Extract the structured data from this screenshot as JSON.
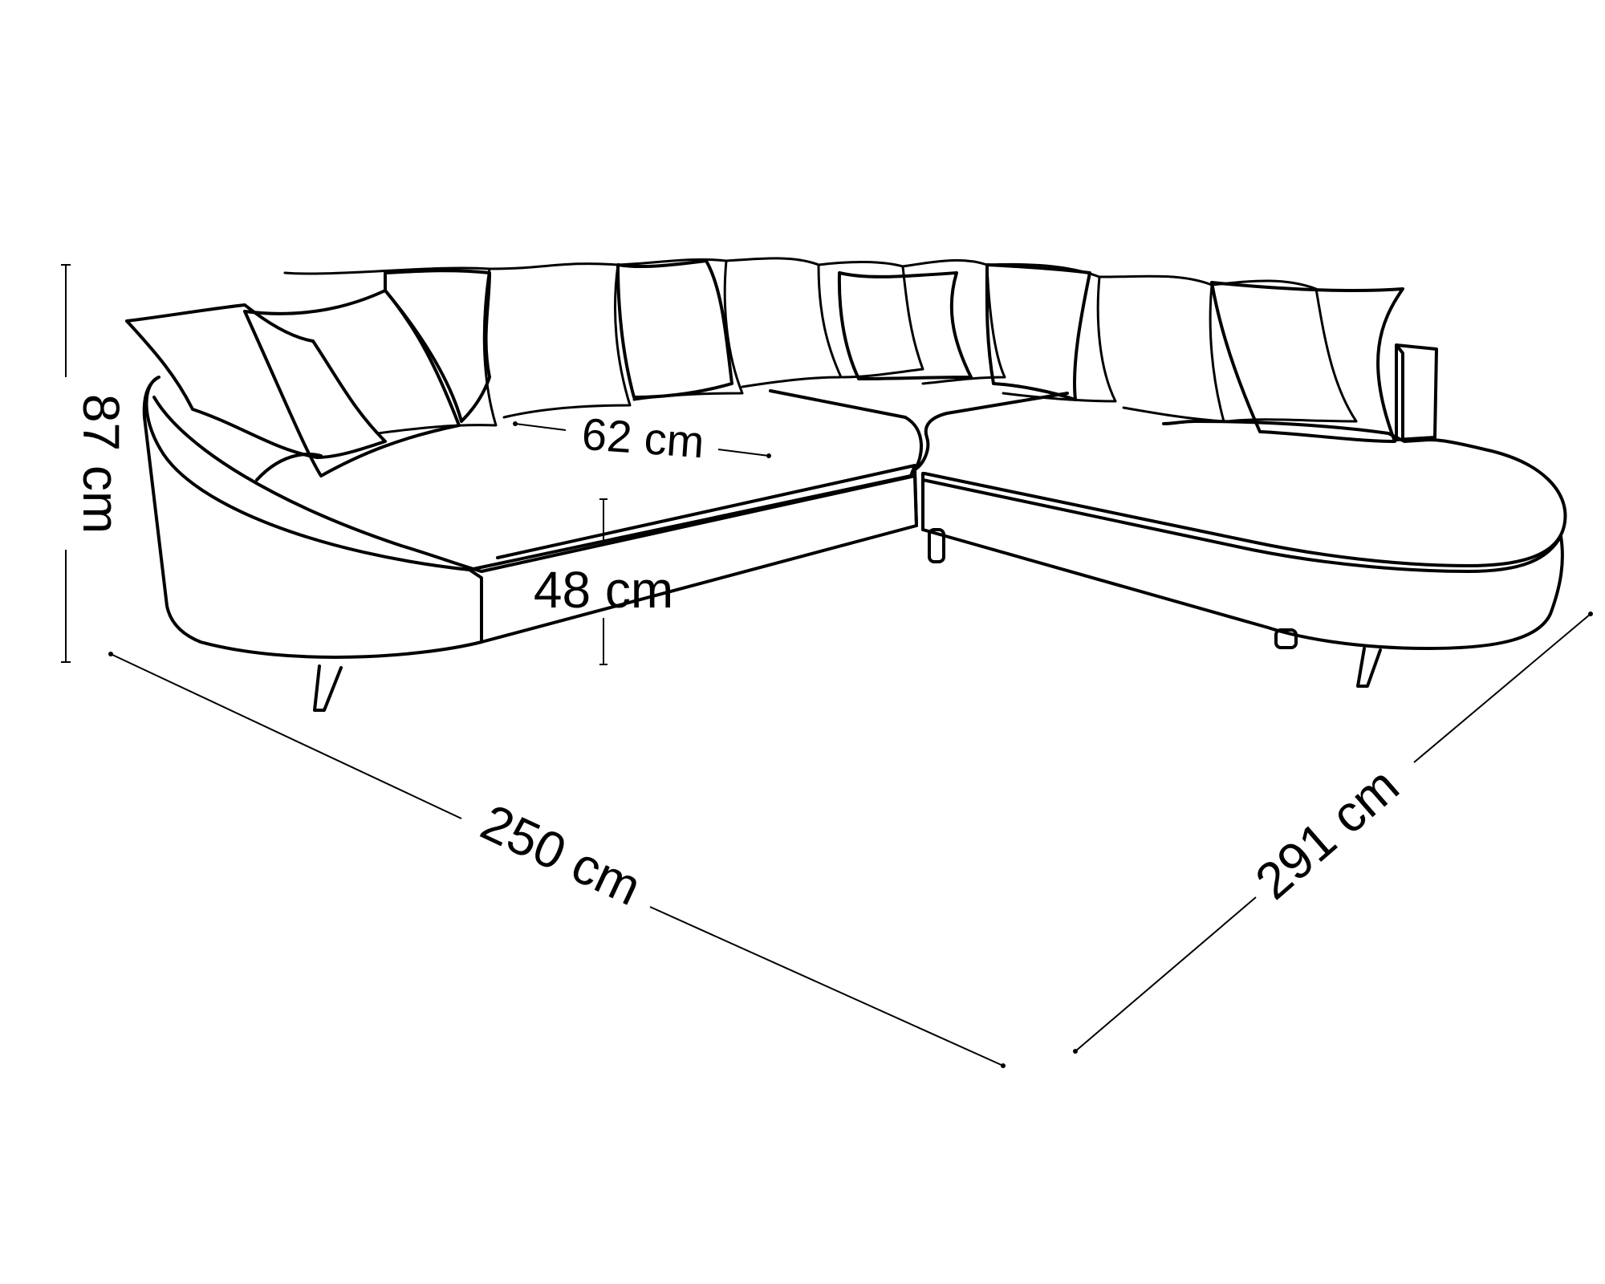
{
  "dimensions": {
    "height": "87 cm",
    "left_length": "250 cm",
    "right_length": "291 cm",
    "seat_depth": "62 cm",
    "seat_height": "48 cm"
  }
}
